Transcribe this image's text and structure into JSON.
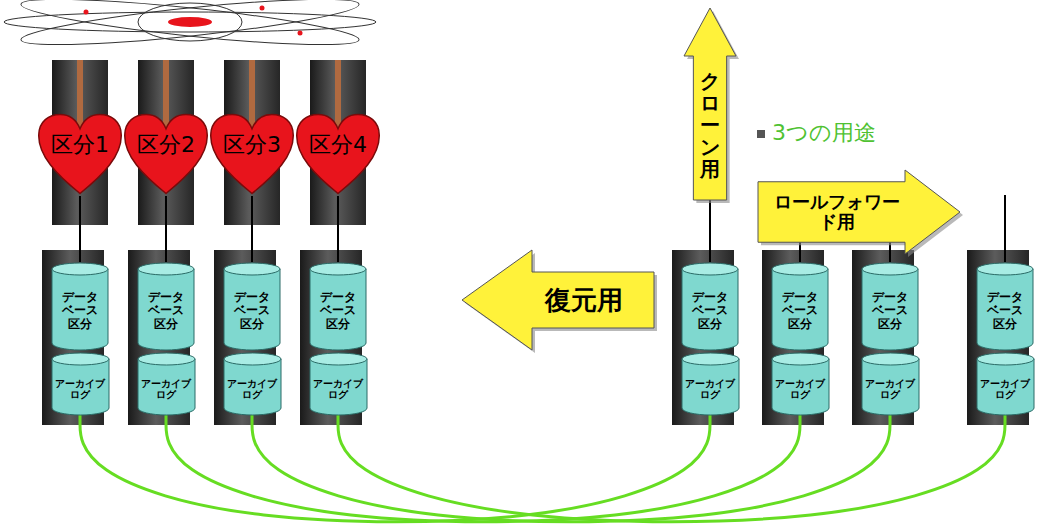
{
  "diagram": {
    "nodes": [
      {
        "text": [
          "区分1"
        ]
      },
      {
        "text": [
          "区分2"
        ]
      },
      {
        "text": [
          "区分3"
        ]
      },
      {
        "text": [
          "区分4"
        ]
      },
      {
        "text": [
          "データベース区分"
        ]
      },
      {
        "text": [
          "アーカイブログ"
        ]
      },
      {
        "text": [
          "データベース区分"
        ]
      },
      {
        "text": [
          "アーカイブログ"
        ]
      },
      {
        "text": [
          "データベース区分"
        ]
      },
      {
        "text": [
          "アーカイブログ"
        ]
      },
      {
        "text": [
          "データベース区分"
        ]
      },
      {
        "text": [
          "アーカイブログ"
        ]
      },
      {
        "text": [
          "クローン用"
        ]
      },
      {
        "text": [
          "復元用"
        ]
      },
      {
        "text": [
          "ロールフォワード用"
        ]
      },
      {
        "text": [
          "データベース区分"
        ]
      },
      {
        "text": [
          "アーカイブログ"
        ]
      },
      {
        "text": [
          "データベース区分"
        ]
      },
      {
        "text": [
          "アーカイブログ"
        ]
      },
      {
        "text": [
          "データベース区分"
        ]
      },
      {
        "text": [
          "アーカイブログ"
        ]
      },
      {
        "text": [
          "データベース区分"
        ]
      },
      {
        "text": [
          "アーカイブログ"
        ]
      }
    ],
    "edges": [
      {
        "from": 0,
        "to": 4,
        "arrow": "none"
      },
      {
        "from": 1,
        "to": 6,
        "arrow": "none"
      },
      {
        "from": 2,
        "to": 8,
        "arrow": "none"
      },
      {
        "from": 3,
        "to": 10,
        "arrow": "none"
      },
      {
        "from": 15,
        "to": 12,
        "arrow": "none"
      },
      {
        "from": 5,
        "to": 16,
        "arrow": "none"
      },
      {
        "from": 7,
        "to": 18,
        "arrow": "none"
      },
      {
        "from": 9,
        "to": 20,
        "arrow": "none"
      },
      {
        "from": 11,
        "to": 22,
        "arrow": "none"
      }
    ],
    "labels": [
      "3つの用途"
    ]
  }
}
